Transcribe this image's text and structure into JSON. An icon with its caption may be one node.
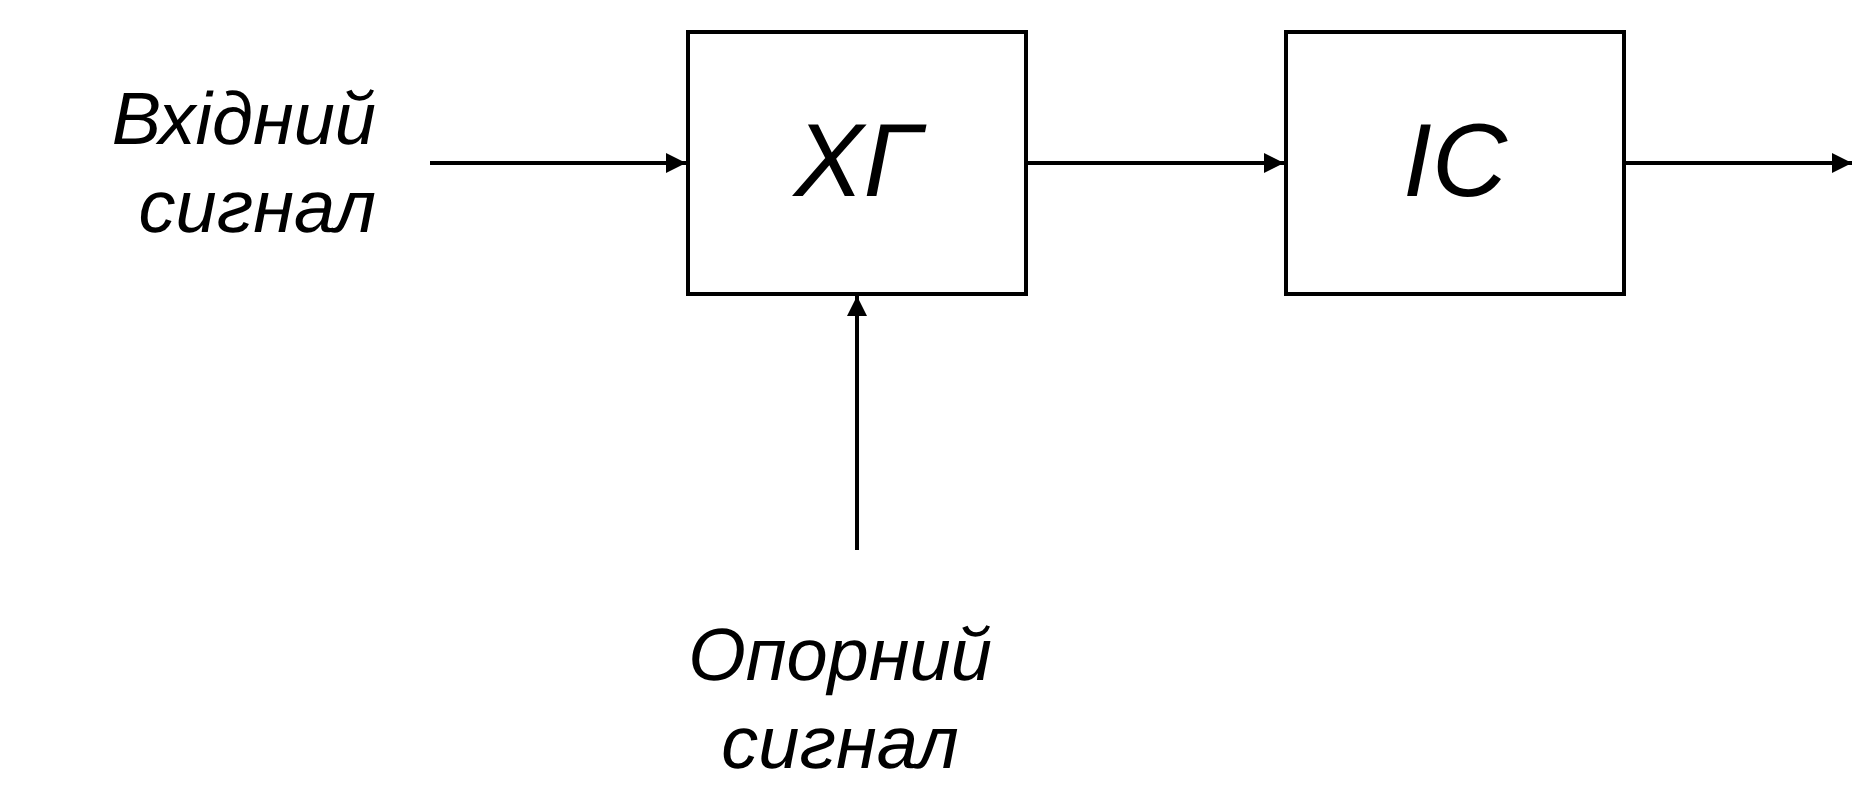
{
  "diagram": {
    "nodes": [
      {
        "text": [
          "Вхідний сигнал"
        ]
      },
      {
        "text": [
          "ХГ"
        ]
      },
      {
        "text": [
          "ІС"
        ]
      },
      {
        "text": [
          "Опорний сигнал"
        ]
      }
    ],
    "edges": [
      {
        "from": 0,
        "to": 1,
        "arrow": "to"
      },
      {
        "from": 1,
        "to": 2,
        "arrow": "to"
      },
      {
        "from": 2,
        "to": null,
        "arrow": "to"
      },
      {
        "from": 3,
        "to": 1,
        "arrow": "to"
      }
    ]
  }
}
